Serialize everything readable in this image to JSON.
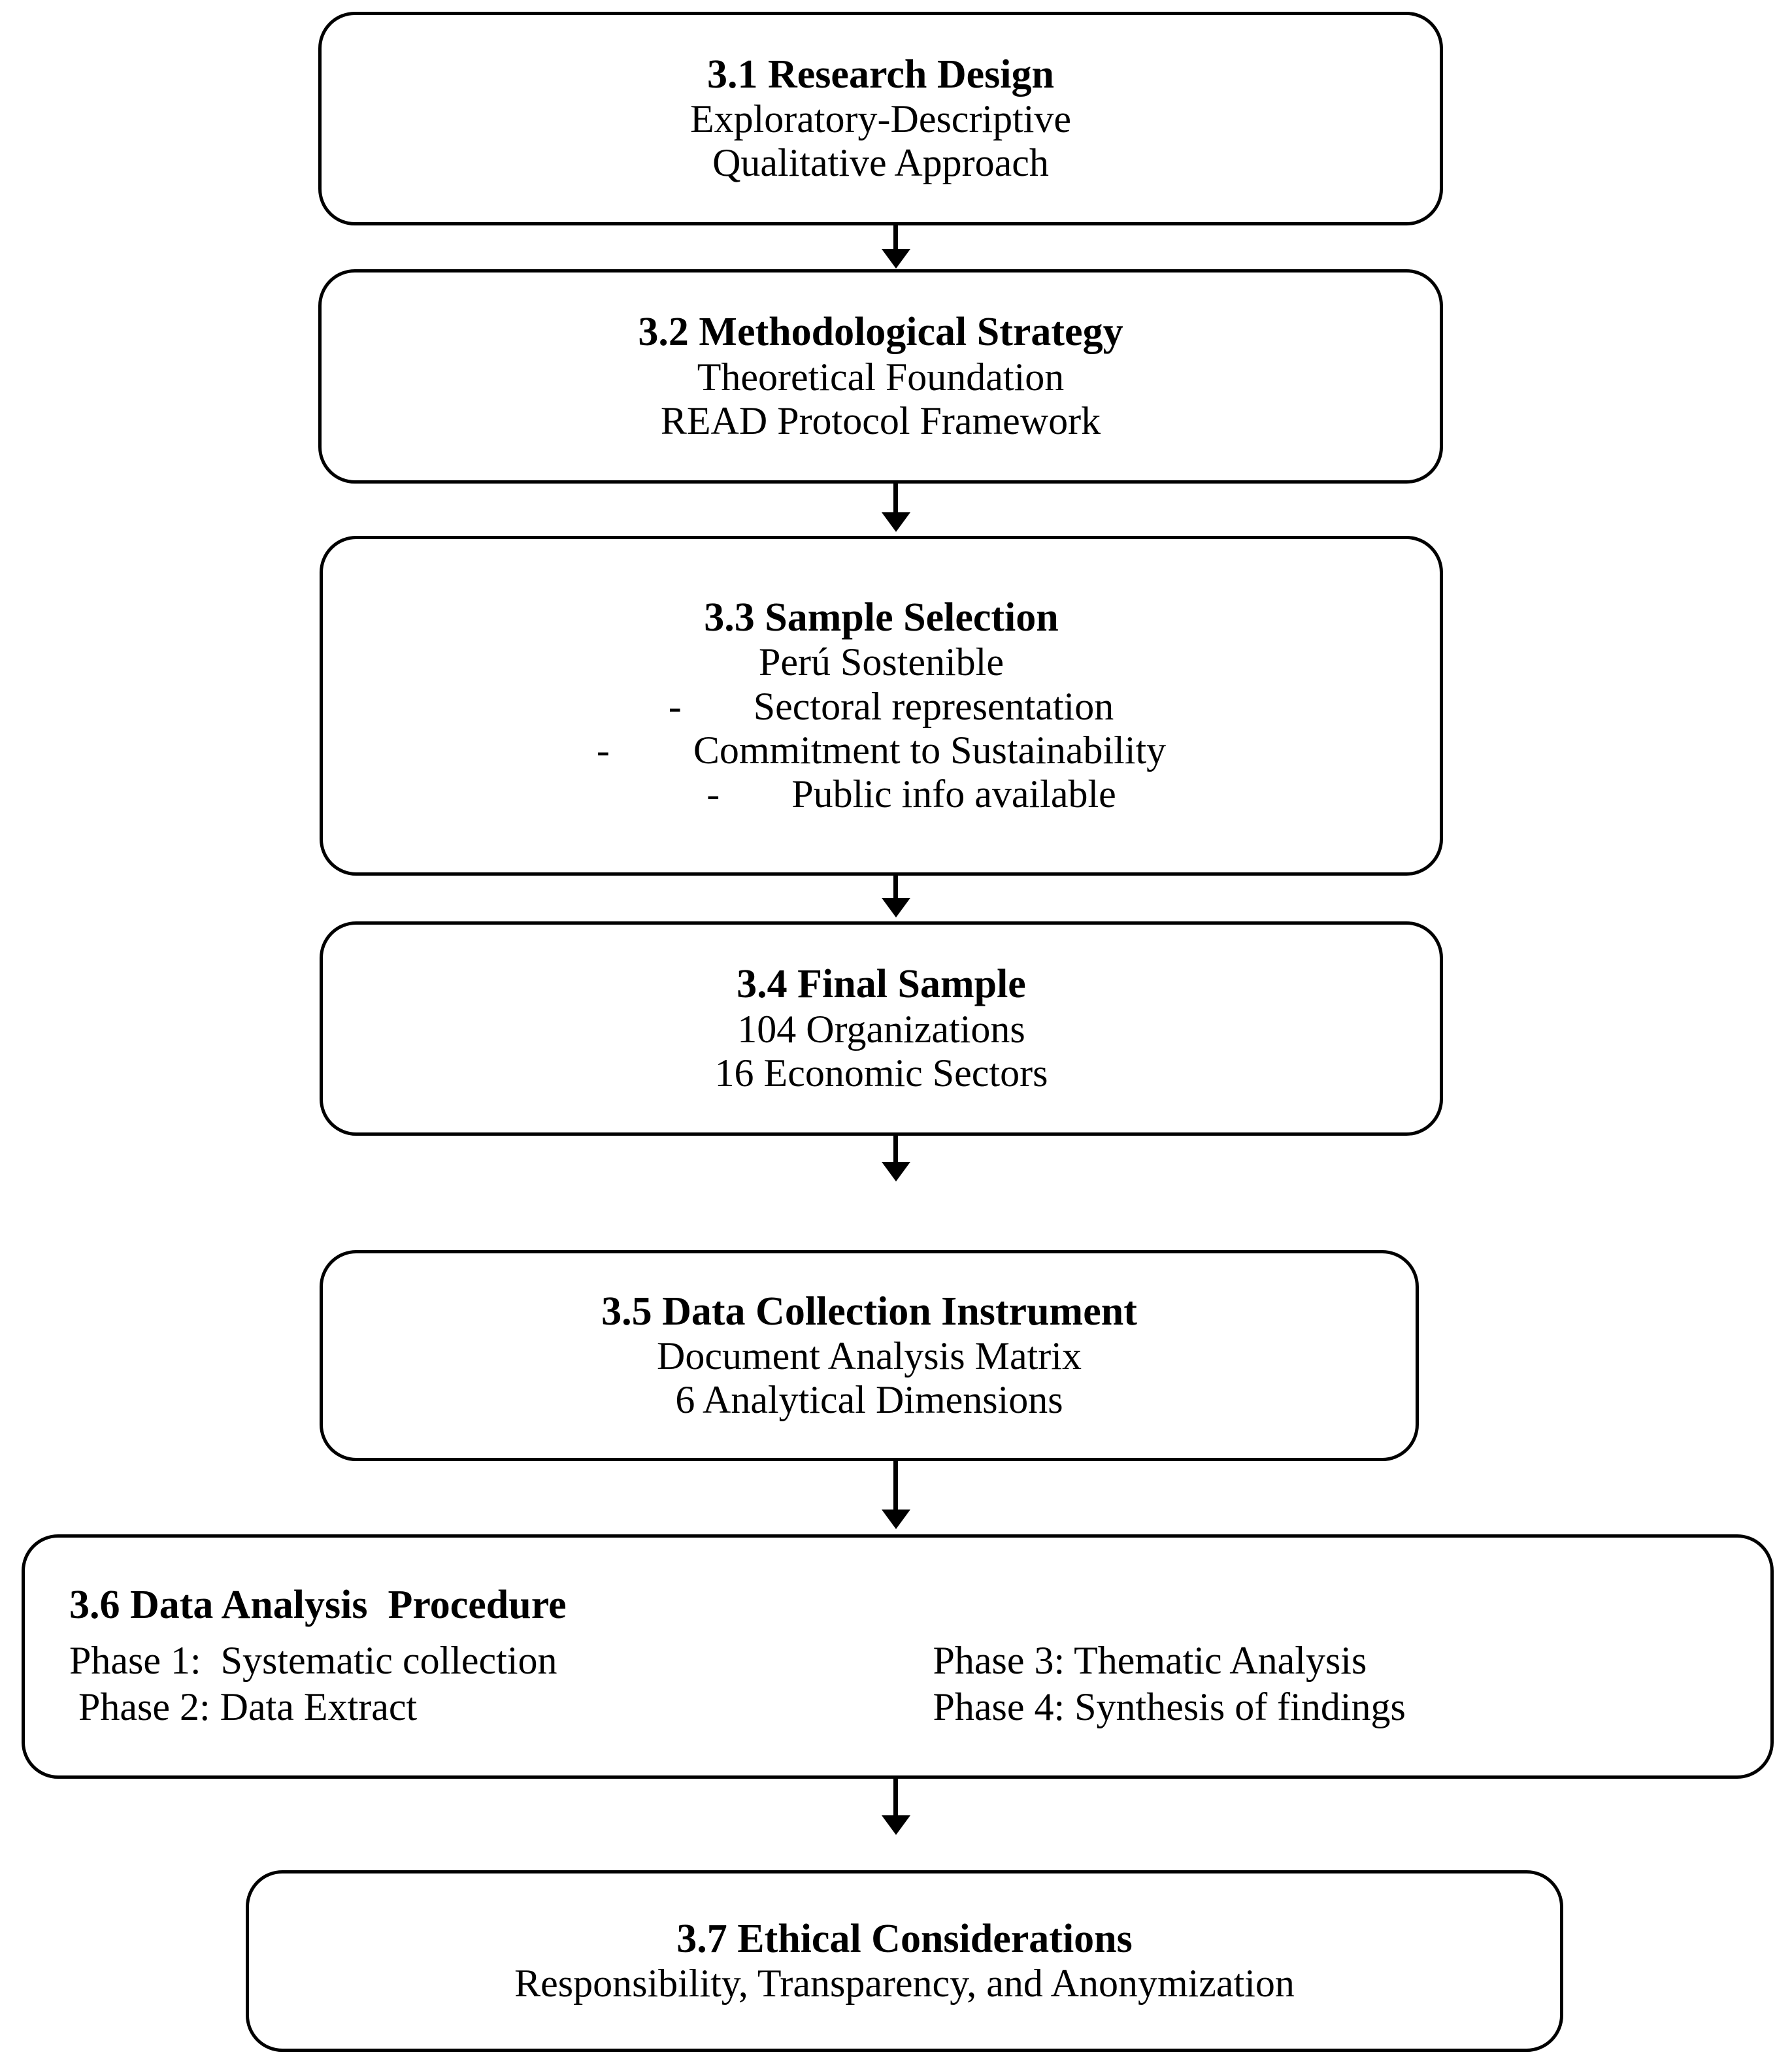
{
  "diagram": {
    "title": "Research Methodology Flowchart",
    "orientation": "vertical-top-to-bottom",
    "accent_color": "#000000",
    "background_color": "#ffffff"
  },
  "nodes": [
    {
      "id": "3.1",
      "title": "3.1 Research Design",
      "lines": [
        "Exploratory-Descriptive",
        "Qualitative Approach"
      ]
    },
    {
      "id": "3.2",
      "title": "3.2 Methodological Strategy",
      "lines": [
        "Theoretical Foundation",
        "READ Protocol Framework"
      ]
    },
    {
      "id": "3.3",
      "title": "3.3 Sample Selection",
      "lines": [
        "Perú Sostenible"
      ],
      "bullets": [
        {
          "marker": "-",
          "text": "Sectoral representation"
        },
        {
          "marker": "-",
          "text": "Commitment to Sustainability"
        },
        {
          "marker": "-",
          "text": "Public info available"
        }
      ]
    },
    {
      "id": "3.4",
      "title": "3.4 Final Sample",
      "lines": [
        "104 Organizations",
        "16 Economic Sectors"
      ]
    },
    {
      "id": "3.5",
      "title": "3.5 Data Collection Instrument",
      "lines": [
        "Document Analysis Matrix",
        "6 Analytical Dimensions"
      ]
    },
    {
      "id": "3.6",
      "title": "3.6 Data Analysis  Procedure",
      "phases": [
        "Phase 1:  Systematic collection",
        "Phase 3: Thematic Analysis",
        "Phase 2: Data Extract",
        "Phase 4: Synthesis of findings"
      ]
    },
    {
      "id": "3.7",
      "title": "3.7 Ethical Considerations",
      "lines": [
        "Responsibility, Transparency, and Anonymization"
      ]
    }
  ],
  "connectors": [
    {
      "from": "3.1",
      "to": "3.2",
      "type": "arrow-down"
    },
    {
      "from": "3.2",
      "to": "3.3",
      "type": "arrow-down"
    },
    {
      "from": "3.3",
      "to": "3.4",
      "type": "arrow-down"
    },
    {
      "from": "3.4",
      "to": "3.5",
      "type": "arrow-down"
    },
    {
      "from": "3.5",
      "to": "3.6",
      "type": "arrow-down"
    },
    {
      "from": "3.6",
      "to": "3.7",
      "type": "arrow-down"
    }
  ]
}
